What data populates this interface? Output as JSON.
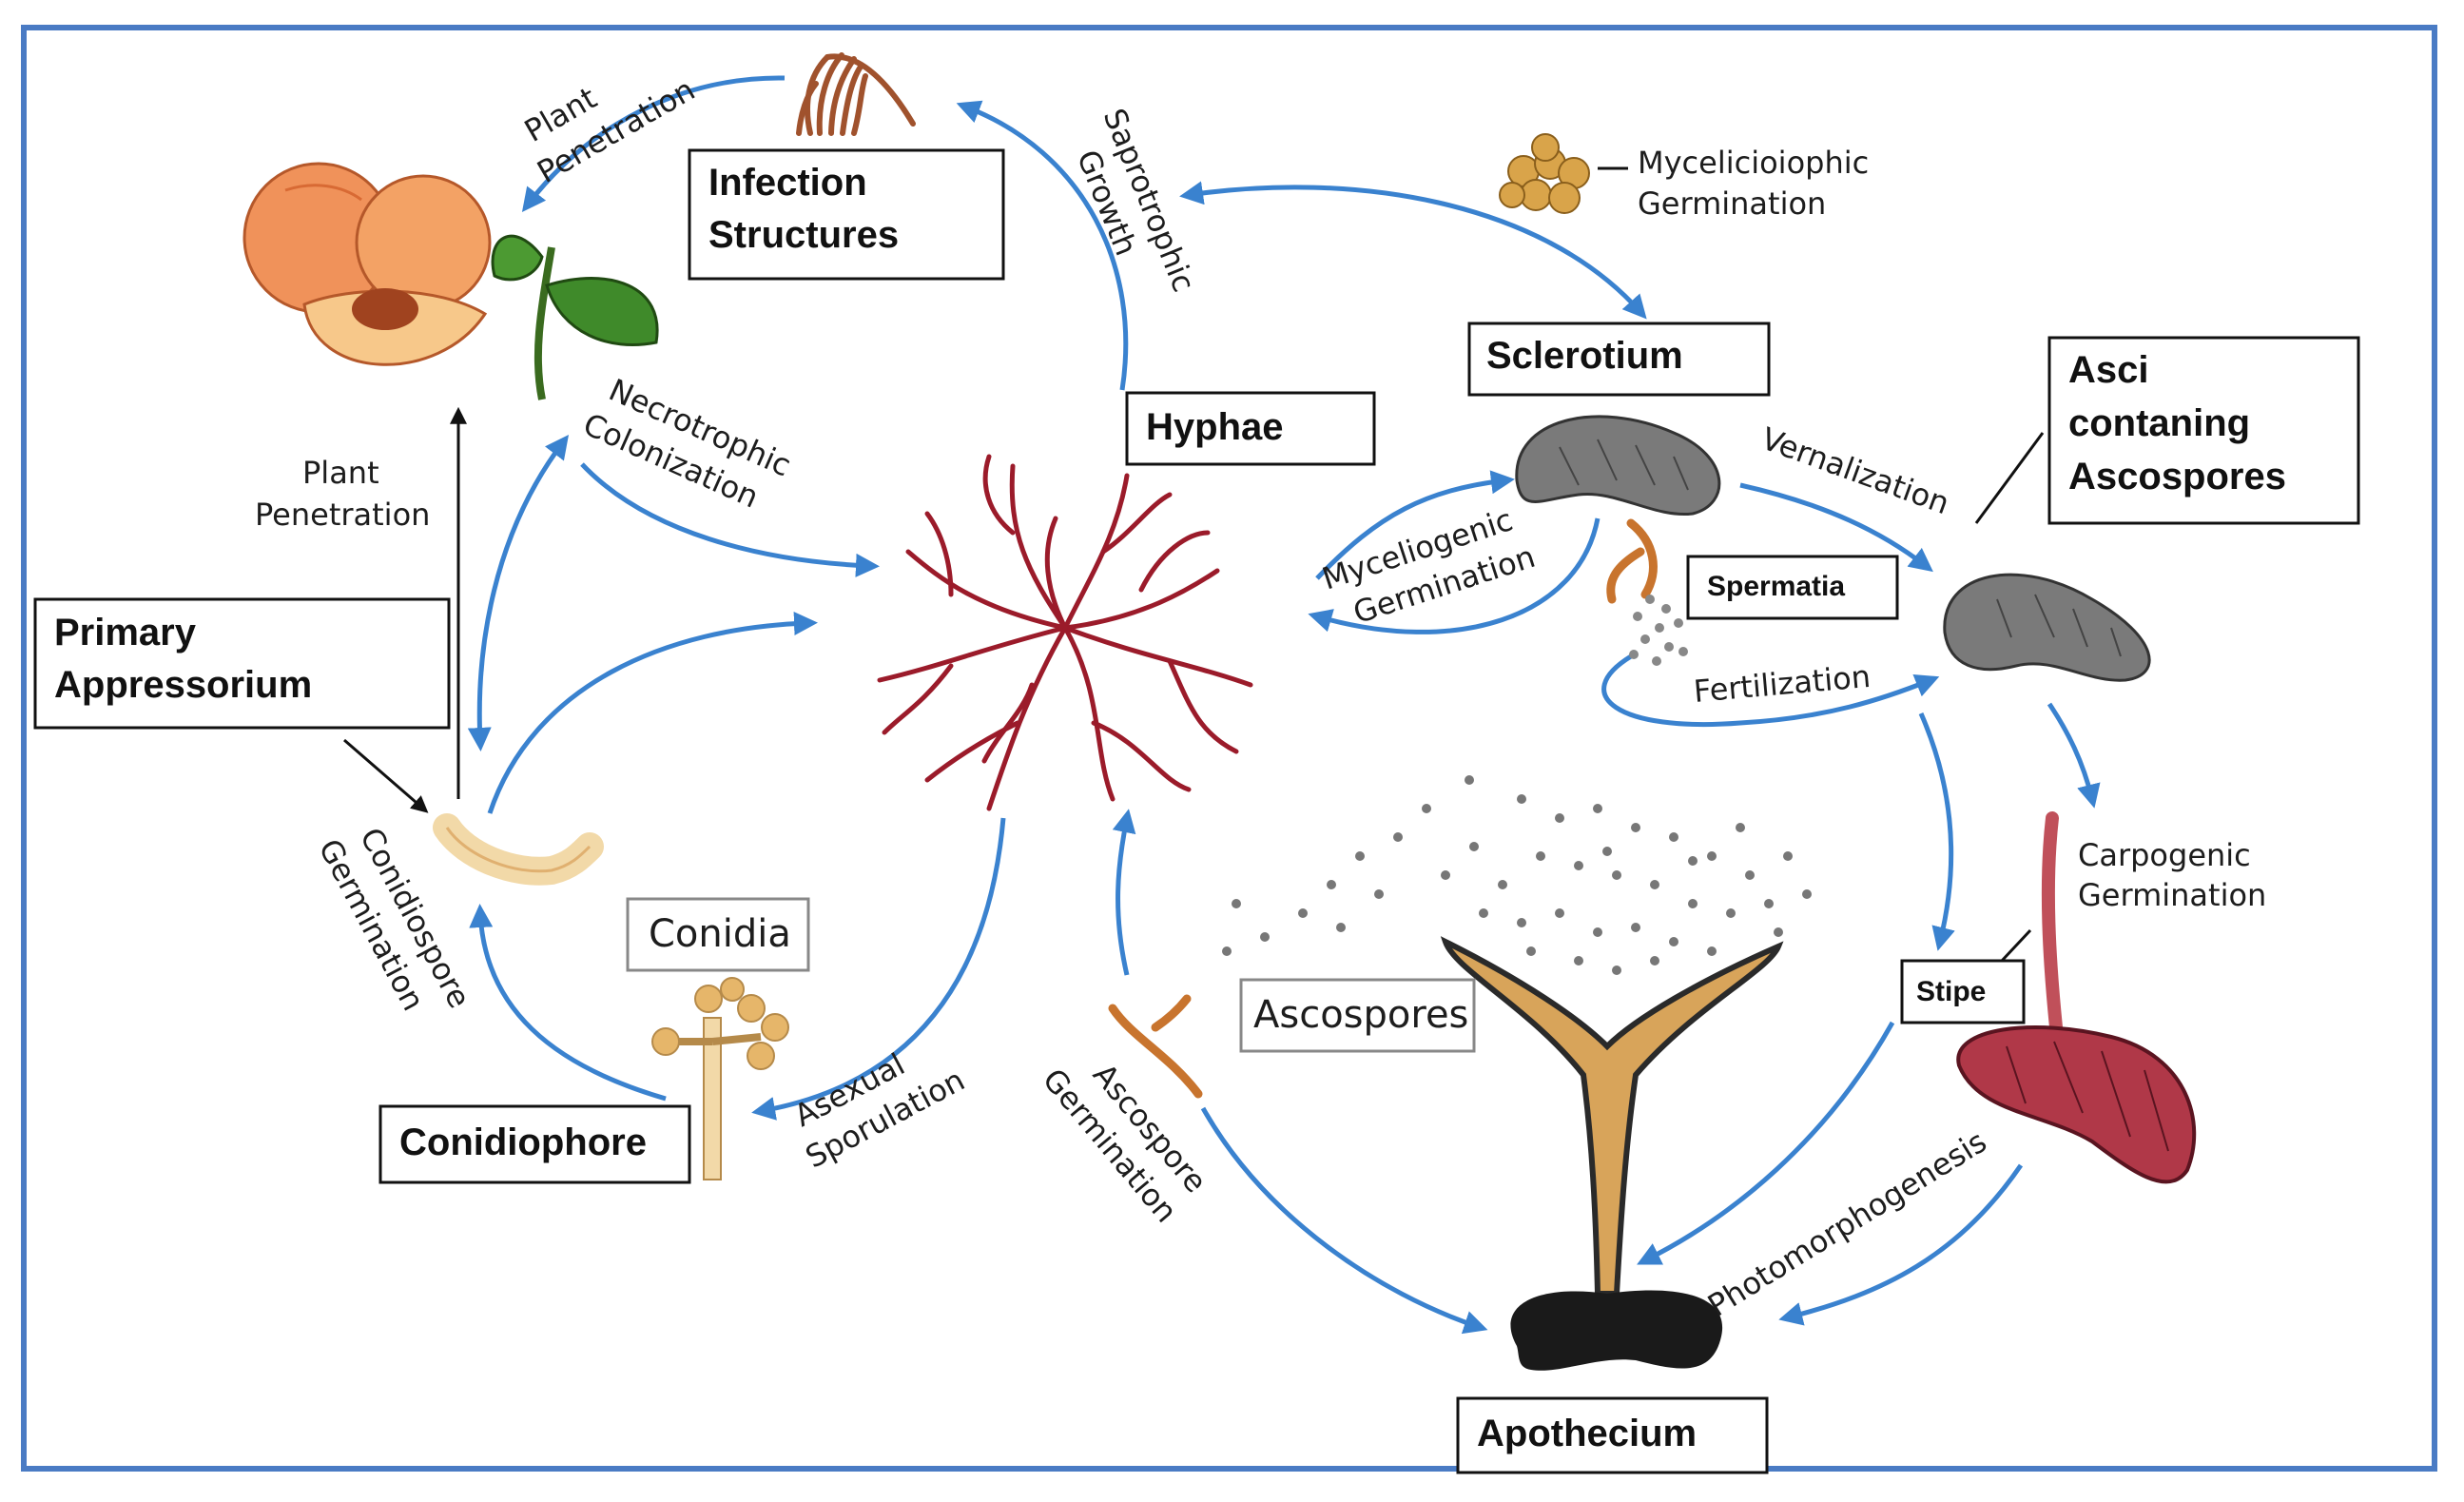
{
  "labels": {
    "infection_structures": [
      "Infection",
      "Structures"
    ],
    "hyphae": "Hyphae",
    "sclerotium": "Sclerotium",
    "asci": [
      "Asci",
      "contaning",
      "Ascospores"
    ],
    "spermatia": "Spermatia",
    "primary_appressorium": [
      "Primary",
      "Appressorium"
    ],
    "conidia": "Conidia",
    "conidiophore": "Conidiophore",
    "ascospores": "Ascospores",
    "stipe": "Stipe",
    "apothecium": "Apothecium"
  },
  "processes": {
    "plant_penetration_top": [
      "Plant",
      "Penetration"
    ],
    "plant_penetration_left": [
      "Plant",
      "Penetration"
    ],
    "saprotrophic_growth": [
      "Saprotrophic",
      "Growth"
    ],
    "mycelioiophic_germination": [
      "Mycelicioiophic",
      "Germination"
    ],
    "necrotrophic_colonization": [
      "Necrotrophic",
      "Colonization"
    ],
    "vernalization": "Vernalization",
    "myceliogenic_germination": [
      "Myceliogenic",
      "Germination"
    ],
    "fertilization": "Fertilization",
    "conidiospore_germination": [
      "Conidiospore",
      "Germination"
    ],
    "asexual_sporulation": [
      "Asexual",
      "Sporulation"
    ],
    "ascospore_germination": [
      "Ascospore",
      "Germination"
    ],
    "carpogenic_germination": [
      "Carpogenic",
      "Germination"
    ],
    "photomorphogenesis": "Photomorphogenesis"
  },
  "colors": {
    "arrow": "#3a82cf",
    "frame": "#4a7bc4",
    "hyphae": "#9b1b2a",
    "sclerotium": "#6f6f6f",
    "apothecium": "#1a1a1a",
    "stipe": "#d8a45a",
    "peach": "#f0925a",
    "leaf": "#3f8a2a",
    "spore": "#777777"
  }
}
